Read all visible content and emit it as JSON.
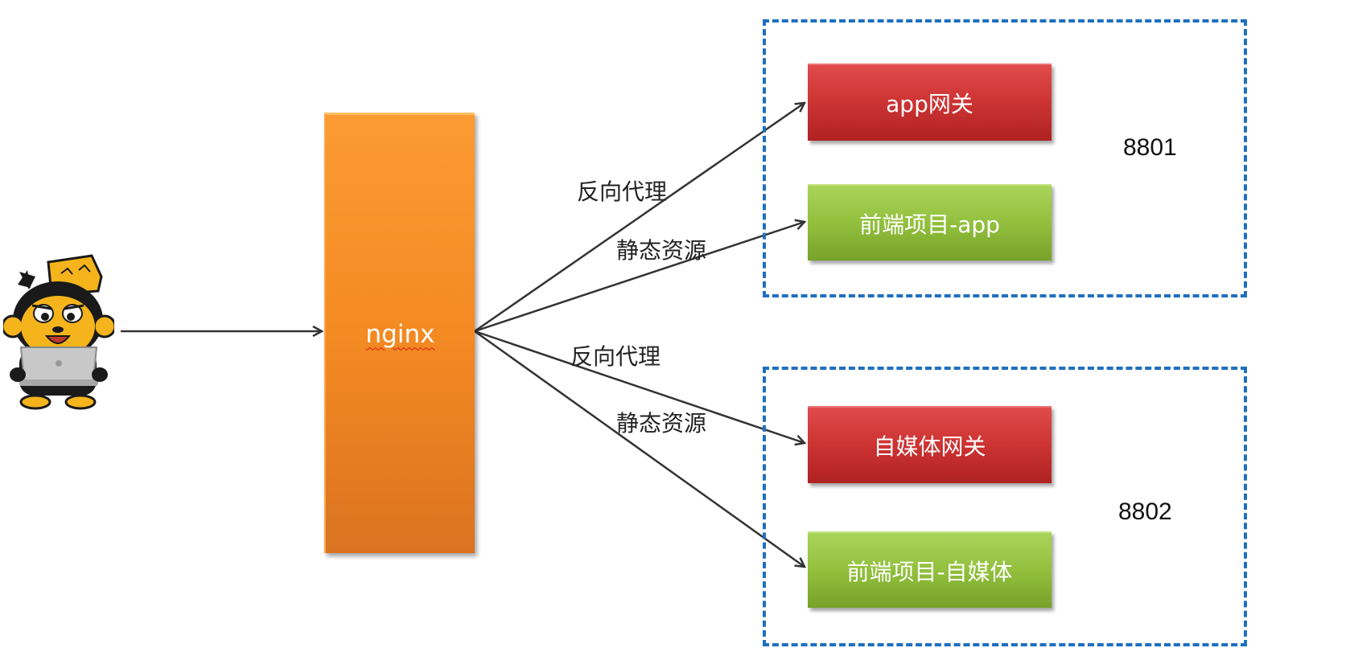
{
  "nginx": {
    "label": "nginx"
  },
  "groups": [
    {
      "port": "8801",
      "nodes": [
        {
          "label": "app网关",
          "color": "#cf3535"
        },
        {
          "label": "前端项目-app",
          "color": "#92c03d"
        }
      ]
    },
    {
      "port": "8802",
      "nodes": [
        {
          "label": "自媒体网关",
          "color": "#cf3535"
        },
        {
          "label": "前端项目-自媒体",
          "color": "#92c03d"
        }
      ]
    }
  ],
  "edge_labels": {
    "top_proxy": "反向代理",
    "top_static": "静态资源",
    "bottom_proxy": "反向代理",
    "bottom_static": "静态资源"
  },
  "colors": {
    "gateway": "#cf3535",
    "frontend": "#92c03d",
    "nginx": "#f48a22",
    "group_border": "#1f6fbf",
    "arrow": "#333333"
  },
  "icons": {
    "user": "monkey-mascot-with-laptop-icon"
  }
}
